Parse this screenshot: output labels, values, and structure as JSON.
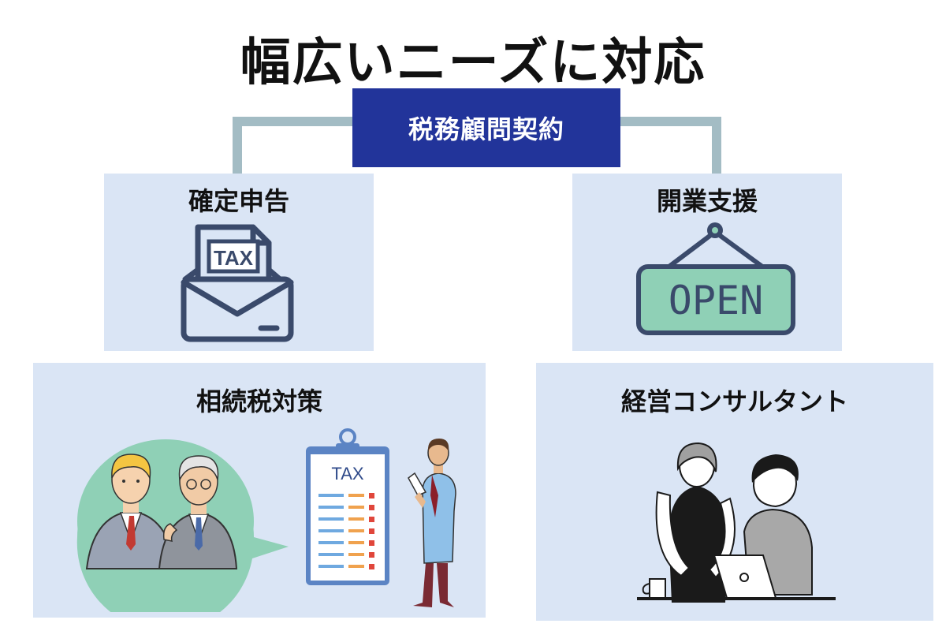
{
  "title": "幅広いニーズに対応",
  "center": {
    "label": "税務顧問契約"
  },
  "cards": [
    {
      "label": "確定申告",
      "icon": "tax-envelope-icon"
    },
    {
      "label": "開業支援",
      "icon": "open-sign-icon"
    },
    {
      "label": "相続税対策",
      "icon": "inheritance-tax-illustration"
    },
    {
      "label": "経営コンサルタント",
      "icon": "business-consulting-illustration"
    }
  ],
  "icons": {
    "tax_text": "TAX",
    "open_text": "OPEN",
    "clipboard_text": "TAX"
  },
  "colors": {
    "center_box": "#22349a",
    "card_bg": "#dae5f5",
    "connector": "#a3bcc4",
    "icon_stroke": "#3a4a6b",
    "open_sign": "#8fd0b6",
    "speech_bubble": "#8fd0b6"
  }
}
